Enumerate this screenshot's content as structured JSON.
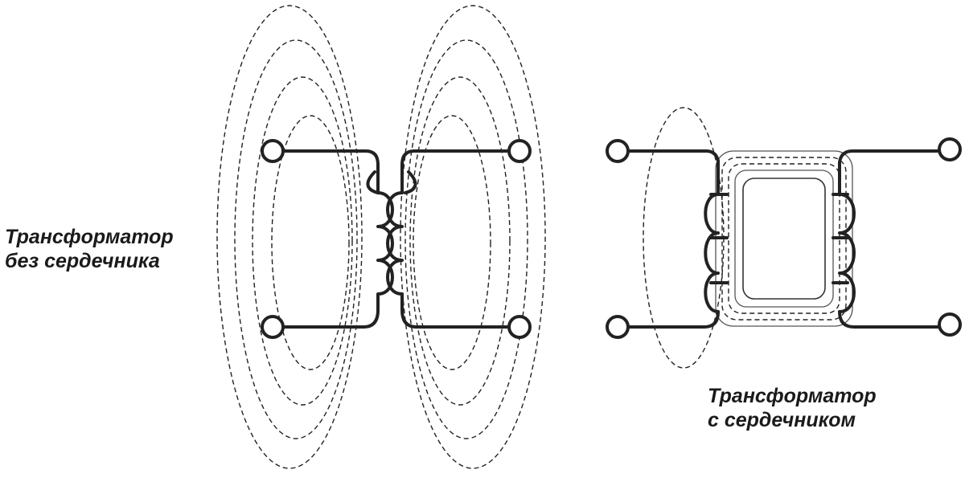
{
  "labels": {
    "no_core": [
      "Трансформатор",
      "без сердечника"
    ],
    "with_core": [
      "Трансформатор",
      "с сердечником"
    ]
  },
  "colors": {
    "line": "#222222",
    "background": "#ffffff"
  }
}
